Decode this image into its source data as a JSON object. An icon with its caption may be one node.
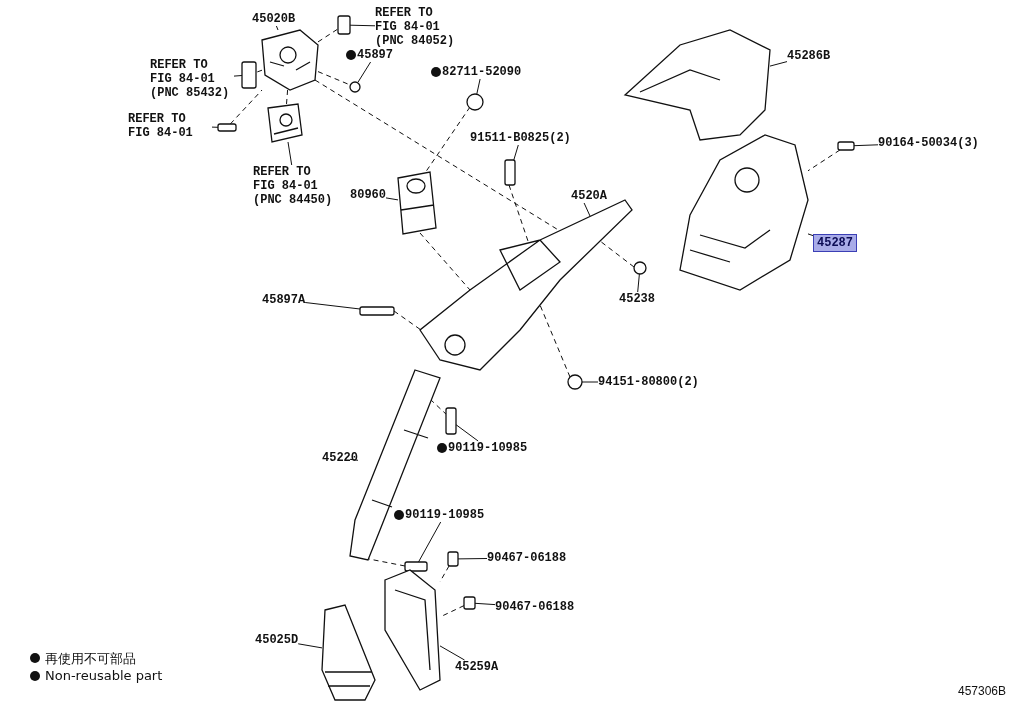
{
  "diagram": {
    "nodes": [
      {
        "text": [
          "45020B"
        ]
      },
      {
        "text": [
          "REFER TO FIG 84-01 (PNC 84052)"
        ]
      },
      {
        "text": [
          "45897"
        ]
      },
      {
        "text": [
          "REFER TO FIG 84-01 (PNC 85432)"
        ]
      },
      {
        "text": [
          "REFER TO FIG 84-01"
        ]
      },
      {
        "text": [
          "REFER TO FIG 84-01 (PNC 84450)"
        ]
      },
      {
        "text": [
          "82711-52090"
        ]
      },
      {
        "text": [
          "91511-B0825(2)"
        ]
      },
      {
        "text": [
          "80960"
        ]
      },
      {
        "text": [
          "4520A"
        ]
      },
      {
        "text": [
          "45286B"
        ]
      },
      {
        "text": [
          "90164-50034(3)"
        ]
      },
      {
        "text": [
          "45287"
        ]
      },
      {
        "text": [
          "45238"
        ]
      },
      {
        "text": [
          "45897A"
        ]
      },
      {
        "text": [
          "94151-80800(2)"
        ]
      },
      {
        "text": [
          "90119-10985"
        ]
      },
      {
        "text": [
          "45220"
        ]
      },
      {
        "text": [
          "90119-10985"
        ]
      },
      {
        "text": [
          "90467-06188"
        ]
      },
      {
        "text": [
          "90467-06188"
        ]
      },
      {
        "text": [
          "45025D"
        ]
      },
      {
        "text": [
          "45259A"
        ]
      },
      {
        "text": [],
        "shape": "picture"
      },
      {
        "text": [],
        "shape": "box"
      },
      {
        "text": [],
        "shape": "circle"
      },
      {
        "text": [],
        "shape": "box"
      },
      {
        "text": [],
        "shape": "box"
      },
      {
        "text": [],
        "shape": "picture"
      },
      {
        "text": [],
        "shape": "circle"
      },
      {
        "text": [],
        "shape": "box"
      },
      {
        "text": [],
        "shape": "picture"
      },
      {
        "text": [],
        "shape": "picture"
      },
      {
        "text": [],
        "shape": "picture"
      },
      {
        "text": [],
        "shape": "box"
      },
      {
        "text": [],
        "shape": "picture"
      },
      {
        "text": [],
        "shape": "circle"
      },
      {
        "text": [],
        "shape": "box"
      },
      {
        "text": [],
        "shape": "circle"
      },
      {
        "text": [],
        "shape": "box"
      },
      {
        "text": [],
        "shape": "picture"
      },
      {
        "text": [],
        "shape": "box"
      },
      {
        "text": [],
        "shape": "box"
      },
      {
        "text": [],
        "shape": "box"
      },
      {
        "text": [],
        "shape": "picture"
      },
      {
        "text": [],
        "shape": "picture"
      }
    ],
    "edges": [
      {
        "from": 0,
        "to": 23,
        "arrow": "none"
      },
      {
        "from": 1,
        "to": 24,
        "arrow": "none"
      },
      {
        "from": 2,
        "to": 25,
        "arrow": "none"
      },
      {
        "from": 3,
        "to": 26,
        "arrow": "none"
      },
      {
        "from": 4,
        "to": 27,
        "arrow": "none"
      },
      {
        "from": 5,
        "to": 28,
        "arrow": "none"
      },
      {
        "from": 6,
        "to": 29,
        "arrow": "none"
      },
      {
        "from": 7,
        "to": 30,
        "arrow": "none"
      },
      {
        "from": 8,
        "to": 31,
        "arrow": "none"
      },
      {
        "from": 9,
        "to": 32,
        "arrow": "none"
      },
      {
        "from": 10,
        "to": 33,
        "arrow": "none"
      },
      {
        "from": 11,
        "to": 34,
        "arrow": "none"
      },
      {
        "from": 12,
        "to": 35,
        "arrow": "none"
      },
      {
        "from": 13,
        "to": 36,
        "arrow": "none"
      },
      {
        "from": 14,
        "to": 37,
        "arrow": "none"
      },
      {
        "from": 15,
        "to": 38,
        "arrow": "none"
      },
      {
        "from": 16,
        "to": 39,
        "arrow": "none"
      },
      {
        "from": 17,
        "to": 40,
        "arrow": "none"
      },
      {
        "from": 18,
        "to": 41,
        "arrow": "none"
      },
      {
        "from": 19,
        "to": 42,
        "arrow": "none"
      },
      {
        "from": 20,
        "to": 43,
        "arrow": "none"
      },
      {
        "from": 21,
        "to": 44,
        "arrow": "none"
      },
      {
        "from": 22,
        "to": 45,
        "arrow": "none"
      },
      {
        "from": 23,
        "to": 24,
        "arrow": "none",
        "style": "dashed"
      },
      {
        "from": 23,
        "to": 25,
        "arrow": "none",
        "style": "dashed"
      },
      {
        "from": 23,
        "to": 26,
        "arrow": "none",
        "style": "dashed"
      },
      {
        "from": 27,
        "to": 23,
        "arrow": "none",
        "style": "dashed"
      },
      {
        "from": 23,
        "to": 28,
        "arrow": "none",
        "style": "dashed"
      },
      {
        "from": 23,
        "to": 32,
        "arrow": "none",
        "style": "dashed"
      },
      {
        "from": 29,
        "to": 31,
        "arrow": "none",
        "style": "dashed"
      },
      {
        "from": 30,
        "to": 32,
        "arrow": "none",
        "style": "dashed"
      },
      {
        "from": 31,
        "to": 32,
        "arrow": "none",
        "style": "dashed"
      },
      {
        "from": 36,
        "to": 32,
        "arrow": "none",
        "style": "dashed"
      },
      {
        "from": 38,
        "to": 32,
        "arrow": "none",
        "style": "dashed"
      },
      {
        "from": 37,
        "to": 32,
        "arrow": "none",
        "style": "dashed"
      },
      {
        "from": 34,
        "to": 35,
        "arrow": "none",
        "style": "dashed"
      },
      {
        "from": 39,
        "to": 40,
        "arrow": "none",
        "style": "dashed"
      },
      {
        "from": 41,
        "to": 40,
        "arrow": "none",
        "style": "dashed"
      },
      {
        "from": 42,
        "to": 45,
        "arrow": "none",
        "style": "dashed"
      },
      {
        "from": 43,
        "to": 45,
        "arrow": "none",
        "style": "dashed"
      }
    ],
    "labels": [
      "457306B"
    ],
    "legend": [
      {
        "text": "再使用不可部品"
      },
      {
        "text": "Non-reusable part"
      }
    ]
  }
}
